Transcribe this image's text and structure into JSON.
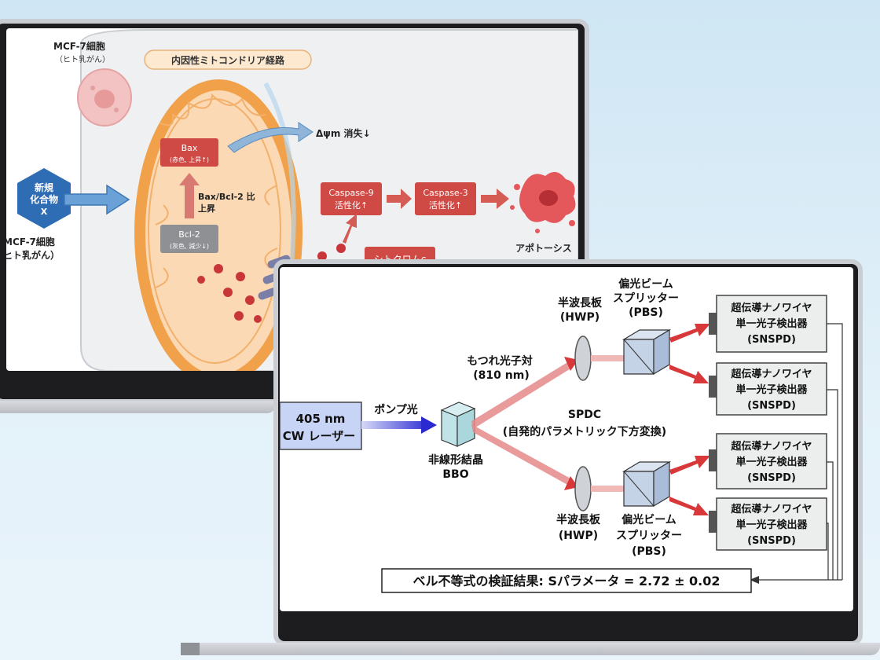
{
  "laptop_back": {
    "mcf_label_top": [
      "MCF-7細胞",
      "（ヒト乳がん）"
    ],
    "pathway_title": "内因性ミトコンドリア経路",
    "compound": [
      "新規",
      "化合物",
      "X"
    ],
    "mcf_label_left": [
      "MCF-7細胞",
      "ヒト乳がん）"
    ],
    "bax": [
      "Bax",
      "(赤色, 上昇↑)"
    ],
    "bcl2": [
      "Bcl-2",
      "(灰色, 減少↓)"
    ],
    "ratio": [
      "Bax/Bcl-2 比",
      "上昇"
    ],
    "delta_psi": "Δψm 消失↓",
    "caspase9": [
      "Caspase-9",
      "活性化↑"
    ],
    "caspase3": [
      "Caspase-3",
      "活性化↑"
    ],
    "cytochrome": "シトクロムc",
    "apoptosis": "アポトーシス"
  },
  "laptop_front": {
    "laser": [
      "405 nm",
      "CW レーザー"
    ],
    "pump": "ポンプ光",
    "crystal": [
      "非線形結晶",
      "BBO"
    ],
    "entangled": [
      "もつれ光子対",
      "(810 nm)"
    ],
    "spdc": [
      "SPDC",
      "(自発的パラメトリック下方変換)"
    ],
    "hwp_top": [
      "半波長板",
      "(HWP)"
    ],
    "pbs_top": [
      "偏光ビーム",
      "スプリッター",
      "(PBS)"
    ],
    "hwp_bottom": [
      "半波長板",
      "(HWP)"
    ],
    "pbs_bottom": [
      "偏光ビーム",
      "スプリッター",
      "(PBS)"
    ],
    "detectors": [
      [
        "超伝導ナノワイヤ",
        "単一光子検出器",
        "(SNSPD)"
      ],
      [
        "超伝導ナノワイヤ",
        "単一光子検出器",
        "(SNSPD)"
      ],
      [
        "超伝導ナノワイヤ",
        "単一光子検出器",
        "(SNSPD)"
      ],
      [
        "超伝導ナノワイヤ",
        "単一光子検出器",
        "(SNSPD)"
      ]
    ],
    "result": "ベル不等式の検証結果: Sパラメータ = 2.72 ± 0.02"
  },
  "colors": {
    "orange": "#f0a14a",
    "red_box": "#cf4a44",
    "blue_arrow": "#4a86c8",
    "laser_fill": "#c8d4f5",
    "beam_red": "#d8383a"
  }
}
